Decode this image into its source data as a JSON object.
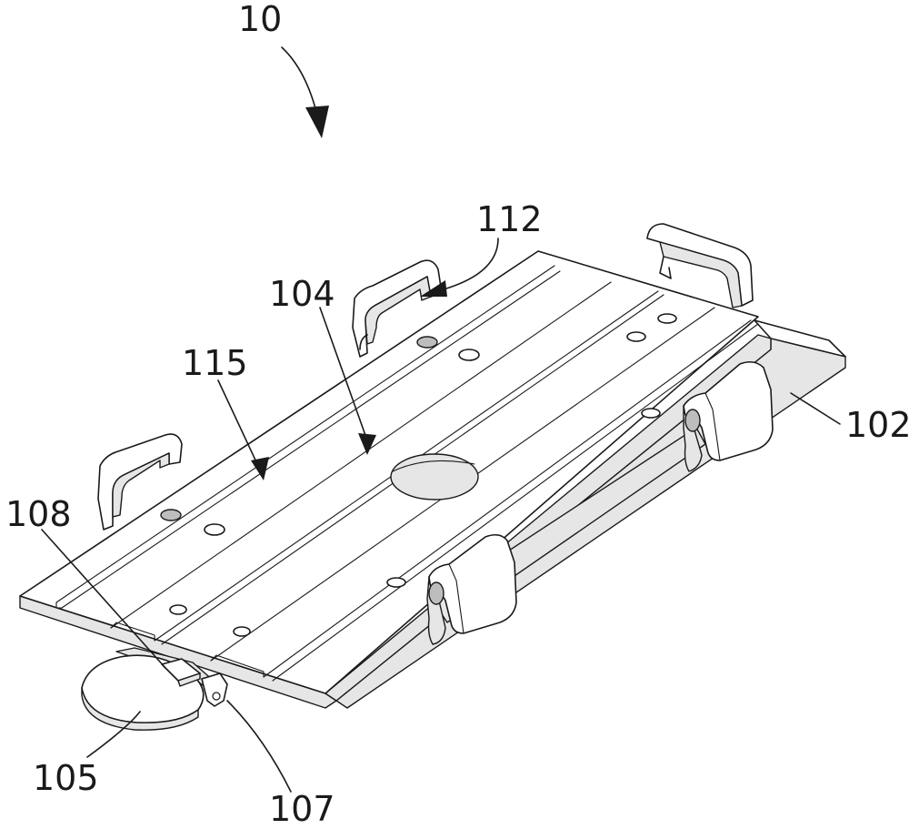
{
  "figure": {
    "assembly_label": "10",
    "labels": {
      "l112": "112",
      "l104": "104",
      "l115": "115",
      "l102": "102",
      "l108": "108",
      "l105": "105",
      "l107": "107"
    }
  }
}
